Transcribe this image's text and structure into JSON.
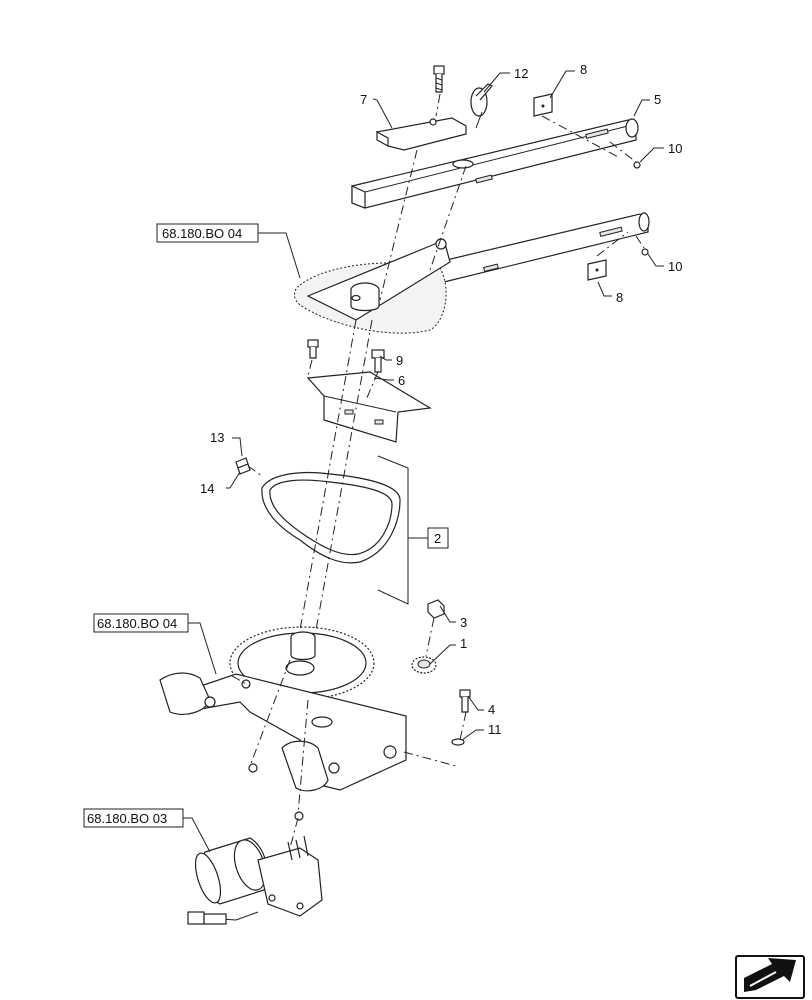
{
  "callouts": {
    "c1": "1",
    "c2": "2",
    "c3": "3",
    "c4": "4",
    "c5": "5",
    "c6": "6",
    "c7": "7",
    "c8a": "8",
    "c8b": "8",
    "c9": "9",
    "c10a": "10",
    "c10b": "10",
    "c11": "11",
    "c12": "12",
    "c13": "13",
    "c14": "14"
  },
  "references": {
    "ref_top": "68.180.BO 04",
    "ref_mid": "68.180.BO 04",
    "ref_bottom": "68.180.BO 03"
  },
  "nav": {
    "icon": "next-page-arrow-icon"
  }
}
